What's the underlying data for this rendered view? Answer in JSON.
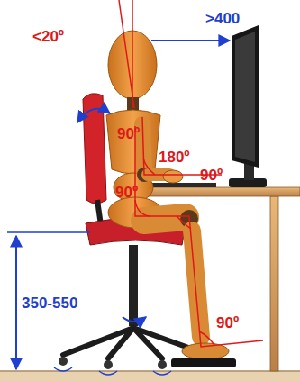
{
  "diagram": {
    "labels": [
      ">400",
      "<20º",
      "90º",
      "180º",
      "90º",
      "90º",
      "350-550",
      "90º"
    ]
  }
}
